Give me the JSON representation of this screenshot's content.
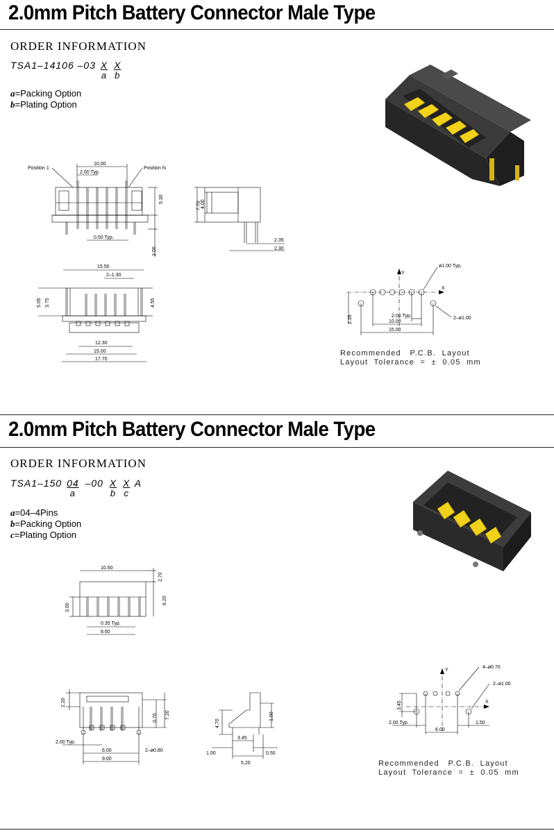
{
  "sections": [
    {
      "title": "2.0mm Pitch Battery Connector Male Type",
      "order_heading": "ORDER INFORMATION",
      "part_prefix": "TSA1–14106 –03",
      "part_codes": [
        {
          "code": "X",
          "letter": "a"
        },
        {
          "code": "X",
          "letter": "b"
        }
      ],
      "part_suffix": "",
      "options": [
        {
          "key": "a",
          "text": "=Packing Option"
        },
        {
          "key": "b",
          "text": "=Plating Option"
        }
      ],
      "drawing_labels": {
        "position_1": "Position 1",
        "position_n": "Position N",
        "dim_10_00": "10.00",
        "dim_2_00_typ": "2.00 Typ.",
        "dim_5_30": "5.30",
        "dim_0_50_typ": "0.50 Typ.",
        "dim_2_00": "2.00",
        "dim_7_70": "7.70",
        "dim_4_00": "4.00",
        "dim_2_35": "2.35",
        "dim_2_30": "2.30",
        "dim_15_50": "15.50",
        "dim_2_1_30": "2–1.30",
        "dim_5_05": "5.05",
        "dim_3_75": "3.75",
        "dim_4_55": "4.55",
        "dim_12_30": "12.30",
        "dim_15_00": "15.00",
        "dim_17_70": "17.70"
      },
      "pcb": {
        "hole_label": "ø1.00 Typ.",
        "peg_label": "2–ø1.00",
        "axis_x": "X",
        "axis_y": "Y",
        "dim_2_35": "2.35",
        "dim_2_00_typ": "2.00 Typ.",
        "dim_10_00": "10.00",
        "dim_15_00": "15.00",
        "note_line1": "Recommended   P.C.B.  Layout",
        "note_line2": "Layout  Tolerance  =  ±  0.05  mm"
      }
    },
    {
      "title": "2.0mm Pitch Battery Connector Male Type",
      "order_heading": "ORDER INFORMATION",
      "part_prefix": "TSA1–150",
      "part_codes": [
        {
          "code": "04",
          "letter": "a"
        },
        {
          "code": "–00",
          "letter": ""
        },
        {
          "code": "X",
          "letter": "b"
        },
        {
          "code": "X",
          "letter": "c"
        }
      ],
      "part_suffix": "A",
      "options": [
        {
          "key": "a",
          "text": "=04–4Pins"
        },
        {
          "key": "b",
          "text": "=Packing Option"
        },
        {
          "key": "c",
          "text": "=Plating Option"
        }
      ],
      "drawing_labels": {
        "dim_10_60": "10.60",
        "dim_2_70": "2.70",
        "dim_3_00": "3.00",
        "dim_6_20": "6.20",
        "dim_0_35_typ": "0.35 Typ.",
        "dim_8_60": "8.60",
        "dim_2_20": "2.20",
        "dim_0_70": "0.70",
        "dim_7_20": "7.20",
        "dim_2_00_typ": "2.00 Typ.",
        "dim_6_00": "6.00",
        "dim_2_0_80": "2–ø0.80",
        "dim_9_00": "9.00",
        "dim_4_70": "4.70",
        "dim_1_00a": "1.00",
        "dim_1_00b": "1.00",
        "dim_3_45": "3.45",
        "dim_0_50": "0.50",
        "dim_5_20": "5.20"
      },
      "pcb": {
        "hole_label": "4–ø0.70",
        "peg_label": "2–ø1.00",
        "axis_x": "X",
        "axis_y": "Y",
        "dim_3_45": "3.45",
        "dim_2_00_typ": "2.00 Typ.",
        "dim_6_00": "6.00",
        "dim_1_50": "1.50",
        "note_line1": "Recommended   P.C.B.  Layout",
        "note_line2": "Layout  Tolerance  =  ±  0.05  mm"
      }
    }
  ],
  "colors": {
    "connector_body": "#2e2e2e",
    "contact_gold": "#f2d21a"
  }
}
